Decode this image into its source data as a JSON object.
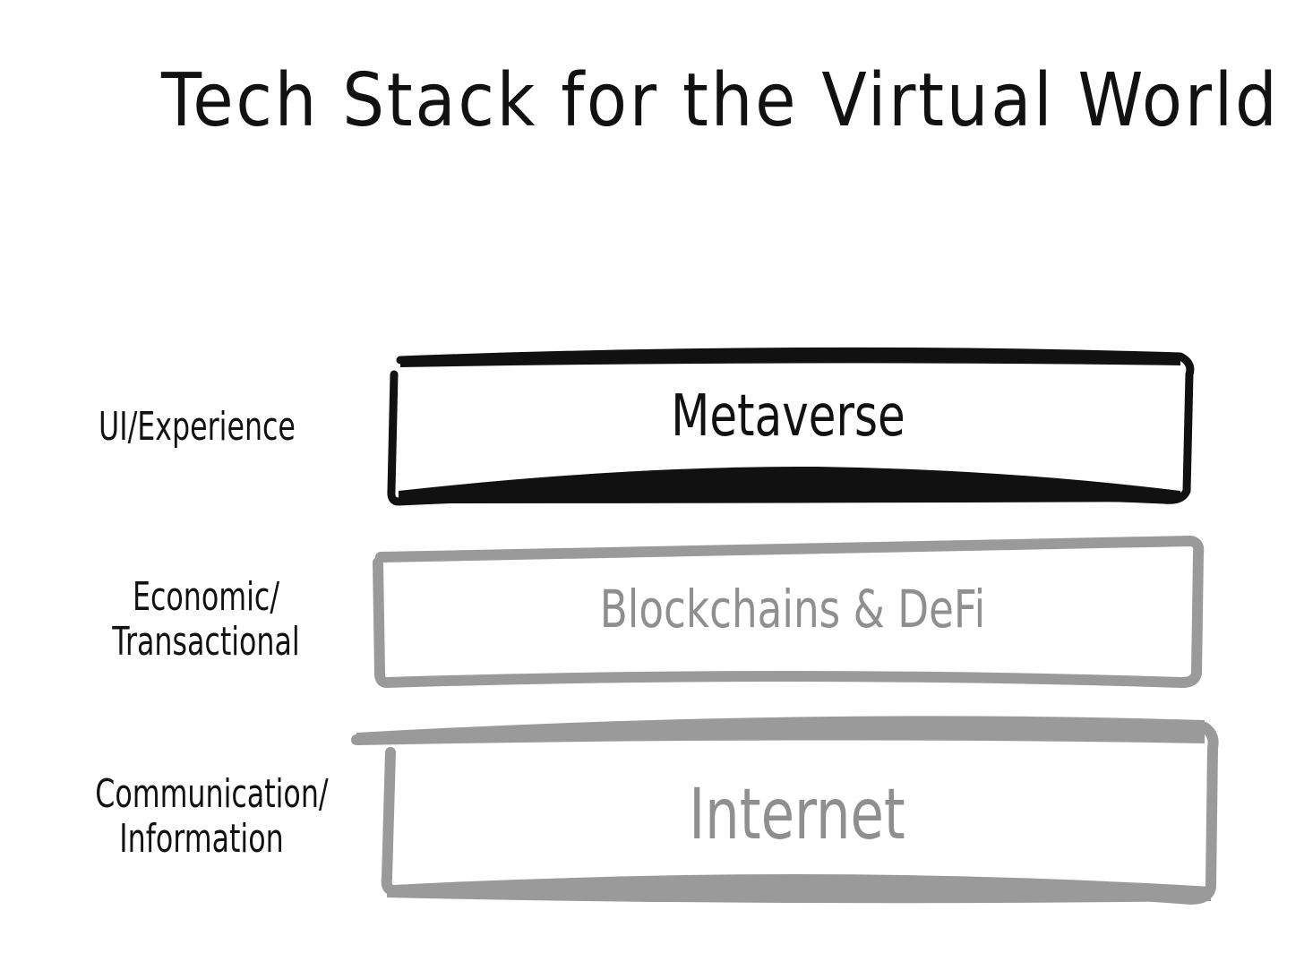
{
  "title": "Tech Stack for the Virtual World",
  "layers": [
    {
      "name": "Metaverse",
      "side_label_line1": "UI/Experience",
      "side_label_line2": "",
      "color": "#111111"
    },
    {
      "name": "Blockchains & DeFi",
      "side_label_line1": "Economic/",
      "side_label_line2": "Transactional",
      "color": "#9a9a9a"
    },
    {
      "name": "Internet",
      "side_label_line1": "Communication/",
      "side_label_line2": "Information",
      "color": "#9a9a9a"
    }
  ]
}
